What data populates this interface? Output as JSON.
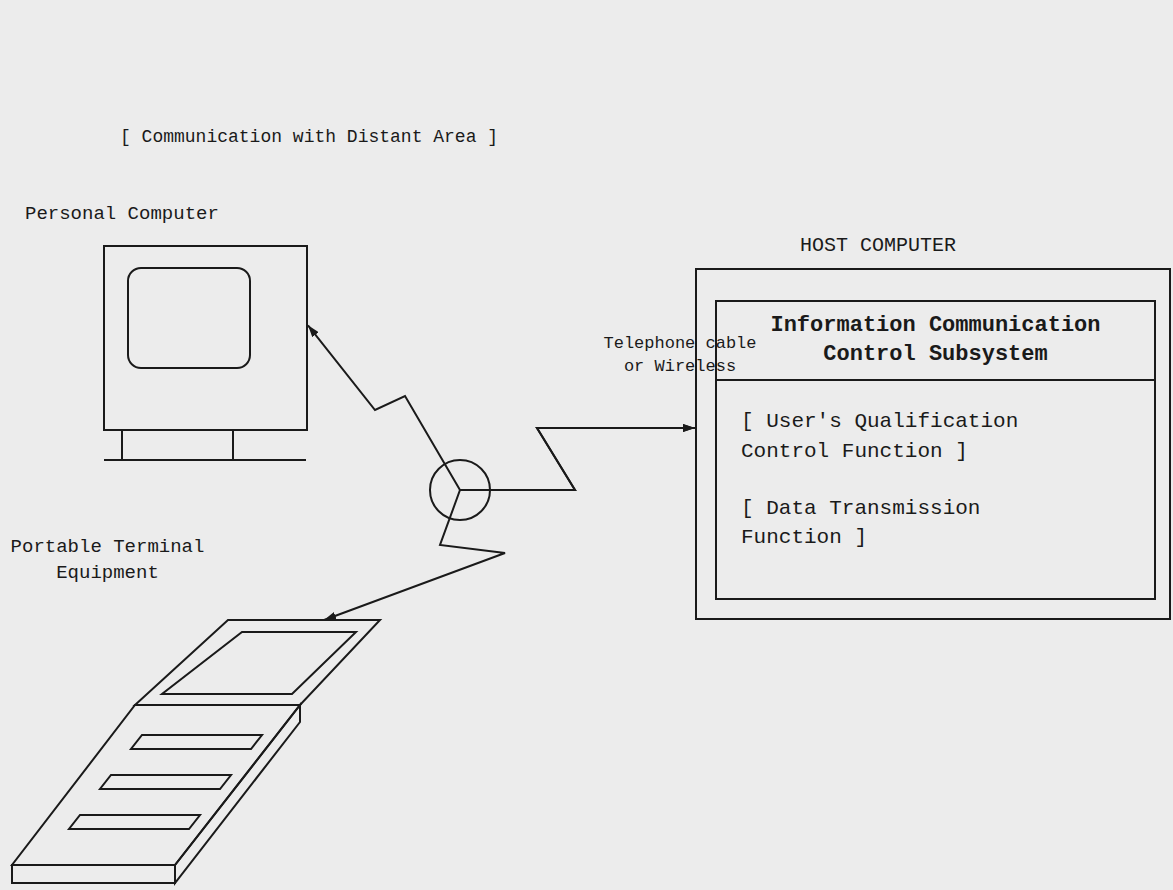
{
  "diagram": {
    "nodes": [
      {
        "text": [
          "Personal Computer"
        ]
      },
      {
        "text": [
          "HOST COMPUTER"
        ]
      },
      {
        "text": [
          "Information Communication Control Subsystem",
          "[ User's Qualification Control Function ]",
          "[ Data Transmission Function ]"
        ],
        "in": 1
      },
      {
        "text": [
          "Portable Terminal Equipment"
        ]
      }
    ],
    "edges": [
      {
        "from": 0,
        "to": 1,
        "arrow": "both"
      },
      {
        "from": 3,
        "to": 1,
        "arrow": "both"
      }
    ],
    "labels": [
      "[ Communication with Distant Area ]",
      "Telephone cable or Wireless"
    ]
  }
}
